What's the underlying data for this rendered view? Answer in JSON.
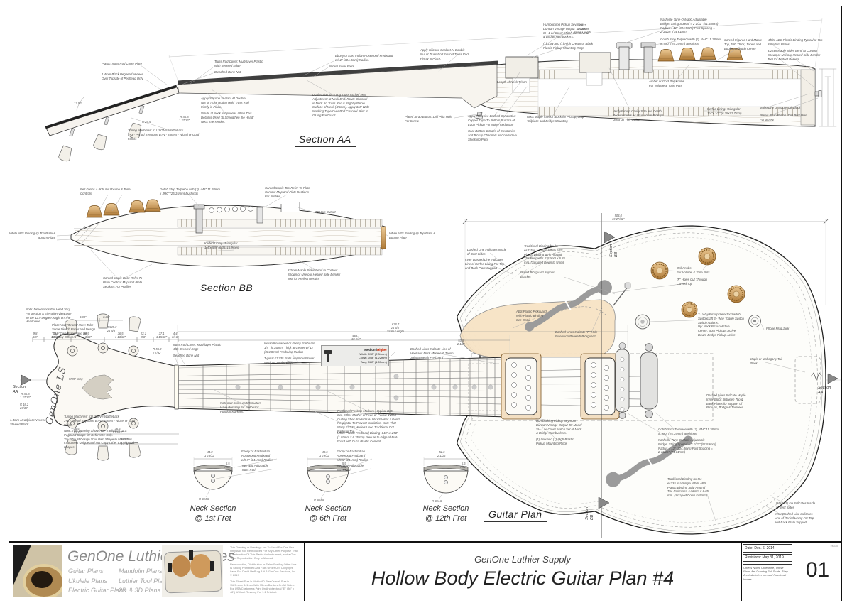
{
  "page": {
    "bg": "#ffffff",
    "line": "#333333",
    "annotation_color": "#4a4a4a",
    "accent_red": "#cc2200",
    "wood": "#c89058",
    "pickguard": "#f7e3c5",
    "fhole_gray": "#9b9b9b"
  },
  "section_aa": {
    "title": "Section AA",
    "notes": {
      "plastic_truss_cover": "Plastic Truss Rod Cover Plate",
      "peghead_veneer": "1.4mm Black Peghead Veneer\nOver Topside of Peghead Only",
      "head_angle": "12.90°",
      "r25": "R 25.4",
      "r46": "R 46.8\n1 27/32\"",
      "truss_cover": "Truss Rod Cover: Multi-layer Plastic\nWith Beveled Edge",
      "bone_nut": "Bleached Bone Nut",
      "fretboard": "Ebony or East Indian Rosewood Fretboard\nw/12\" (304.8mm) Radius.",
      "frets": "Nickel Silver Frets",
      "scale_dim": "628.7\n24 3/4\"\nScale Length",
      "silicone_left": "Apply Silicone Sealant At Double\nNut of Truss Rod to Hold Truss Rod\nFirmly in Place.",
      "volute": "Volute at Neck is Optional, Often This\nDetail is Used To Strengthen the Head/\nNeck Intersection.",
      "tuners": "Tuning Machines: KLUSON® Waffleback\n3+3 - Period Keystone BTN - Tuners - Nickel or Gold\nFinish.",
      "truss_rod": "Dual Action 18\" Long Truss Rod w/ Hex\nAdjustment at Neck End. Route Channel\nin Neck So Truss Rod is Slightly Below\nSurface of Neck (.25mm). Apply 3/4\" Wide\nMasking Tape Over Rod Channel Prior to\nGluing Fretboard",
      "silicone_right": "Apply Silicone Sealant At Double\nNut of Truss Rod to Hold Truss Rod\nFirmly in Place.",
      "strap_button_left": "Plated Strap Button. Drill Pilot Hole\nFor Screw.",
      "neck_tenon": "Length of Neck Tenon",
      "humbucker": "Humbucking Pickup Seymour\nDuncan Vintage Output '59 Model\nSH-1 w/ Cover Match Set of Neck\n& Bridge Humbuckers.",
      "pickup_rings": "(1) Low and (1) High Cream or Black\nPlastic Pickup Mounting Rings",
      "copper_tape": "Apply Adhesive Backed Conductive\nCopper Tape To Bottom Surface of\nEach Pickup For Noise Reduction",
      "shielding_paint": "Coat Bottom & Sides of Electronics\nand Pickup Channels w/ Conductive\nShielding Paint",
      "maple_block": "Rock Maple Interior Block for Pickup, Stop\nTailpiece and Bridge Mounting",
      "verify_cavity": "Verify Pickup Cavity Size and Depth\nRequirements w/ Your Actual Pickups\nUsed on This Guitar.",
      "bridge": "Nashville Tune-O-Matic Adjustable\nBridge. String Spread = 2 1/32\" (51.58mm)\nRadius = 12\" (304.8mm) Post Spacing =\n2-15/16\" (74.61mm)",
      "tailpiece": "Gotoh Stop Tailpiece with (2) .444\" 11.28mm\nx .990\" (25.15mm) Bushings",
      "maple_top": "Carved Figured Hard Maple\nTop, 5/8\" Thick, Joined and\nBookmatched in Center",
      "abs_binding": "White ABS Plastic Binding Typical at Top\n& Bottom Plates",
      "maple_sides": "3.2mm Maple Sides Bend to Contour\nShown or Use our Heated Side Bender\nTool for Perfect Results",
      "bell_knobs": "Amber or Gold Bell Knobs\nFor Volume & Tone Pots",
      "kerfed_lining": "Kerfed Lining: Triangular\n1/4\"x 1/2\" (6.35x12.7mm)",
      "tail_block": "Mahogany or Maple Tail Block",
      "strap_button_right": "Plated Strap Button. Drill Pilot Hole\nFor Screw."
    }
  },
  "section_bb": {
    "title": "Section BB",
    "notes": {
      "bell_knobs": "Bell Knobs + Pots for Volume & Tone\nControls",
      "tailpiece": "Gotoh Stop Tailpiece with (2) .444\" 11.28mm\nx .990\" (25.15mm) Bushings",
      "top_contour": "Carved Maple Top-Refer To Plate\nContour Map and Plate Sections\nFor Profiles",
      "f_hole": "\"F\" Hole Cutout",
      "binding_left": "White ABS Binding @ Top Plate &\nBottom Plate",
      "binding_right": "White ABS Binding @ Top Plate &\nBottom Plate",
      "kerfed_lining": "Kerfed Lining: Triangular\n1/4\"x 5/8\" (6.35x15.9mm)",
      "maple_sides": "3.2mm Maple Sides Bend to Contour\nShown or Use our Heated Side Bender\nTool for Perfect Results",
      "back_contour": "Carved Maple Back-Refer To\nPlate Contour Map and Plate\nSections For Profiles"
    }
  },
  "neck_plan": {
    "brand_script": "GenOne LS",
    "notes": {
      "head_note": "Note: Dimensions For Head Vary\nFor Section & Elevation View Due\nTo the 12.9 Degree Angle on The\nHeadpiece",
      "brand_note": "Place Your \"Brand\" Here: Take\nSome Sketch Paper and Design\nYour \"Own Brand\" and be\nUniquely Different",
      "veneer": "1.4mm Headpiece Veneer\nStained Black",
      "mop_inlay": "MOP Inlay",
      "section_marker": "Section\nAA",
      "tuners": "Tuning Machines: KLUSON® Waffleback\n3+3 - Period Keystone BTN - Tuners - Nickel or Gold\nFinish.",
      "peghead_copy": "Note: This Drawing Shows the Traditional GLS\nPeghead Shape for Reference Only.\nYou Should Design Your Own Shape to Make This\nInstrument Unique and Not Copy Other Copyrighted\nShapes",
      "truss_cover": "Truss Rod Cover: Multi-layer Plastic\nWith Beveled Edge",
      "bone_nut": "Bleached Bone Nut",
      "fretboard": "Indian Rosewood or Ebony Fretboard\n1/4\" (6.35mm) Thick at Center w/ 12\"\n(304.8mm) Fretboard Radius",
      "frets": "Typical ES335 Frets are Nickel/Silver\nMedium Jumbo Size.",
      "tenon_note": "Dashed Lines Indicate Line of\nHeel and Neck Mortise & Tenon\nJoint Beneath Fretboard",
      "rect_markers": "Note that Some es335 Guitars\nHave Rectangular Fretboard\nPosition Markers.",
      "dot_markers": "Fretboard Position Markers - Typical Dots\nSet, Either Mother of Pearl or Period. When\nCutting Shell Products ALWAYS Wear a Good\nRespirator To Prevent Inhalation. Note That\nMany ES335 Models Used Traditional Dot\nPatterns Too.",
      "fb_binding": "White Plastic Fretboard Binding .040\" x .250\"\n(1.02mm x 6.35mm). Secure to Edge of Fret-\nboard with Duco Plastic Cement."
    },
    "fretwire": {
      "title_black": "Medium/",
      "title_red": "Higher",
      "width": "Width .092\" (2.34mm)",
      "crown": "Crown .048\" (1.22mm)",
      "tang": "Tang .062\" (1.57mm)"
    },
    "dims": {
      "d338a": "3.38\"",
      "d338b": "3.38\"",
      "w1": "9.8\n3/8\"",
      "w2": "39.9\n1 9/16\"",
      "w3": "36.5\n1 13/32\"",
      "w4": "36.5\n1 13/32\"",
      "w5": "22.1\n7/8\"",
      "w6": "37.1\n1 15/32\"",
      "w7": "4.4\n3/16\"",
      "r1": "R 549.7\n21 5/8\"",
      "r2": "R 56.0\n2 7/32\"",
      "r3": "R 46.8\n1 27/32\"",
      "r4": "R 18.2\n23/32\"",
      "b1": "36.5\n1 13/32\"",
      "b2": "36.5\n1 13/32\"",
      "b3": "133.0\n5 1/4\"",
      "scale": "628.7\n24 3/4\"\nScale Length",
      "to_12th": "463.7\n18 1/4\"",
      "joint": "53.8\n2 1/8\""
    }
  },
  "neck_sections": {
    "note_fretboard": "Ebony or East Indian\nRosewood Fretboard\nw/9.5\" (241mm) Radius",
    "note_truss": "Two-way Adjustable\nTruss Rod",
    "sections": [
      {
        "title": "Neck Section\n@ 1st Fret",
        "width": "44.0\n1 23/32\"",
        "fb_thickness": "5.5\n7/32\"",
        "radius": "R 304.8"
      },
      {
        "title": "Neck Section\n@ 6th Fret",
        "width": "48.6\n1 29/32\"",
        "fb_thickness": "5.5\n7/32\"",
        "radius": "R 304.8"
      },
      {
        "title": "Neck Section\n@ 12th Fret",
        "width": "52.6\n2 1/16\"",
        "fb_thickness": "5.5\n7/32\"",
        "radius": "R 304.8"
      }
    ]
  },
  "guitar_plan": {
    "title": "Guitar Plan",
    "notes": {
      "bent_sides_top": "Dashed Line Indicates Inside\nof Bent Sides",
      "kerfed_top": "Inner Dashed Line Indicates\nLine of Kerfed Lining For Top\nand Back Plate Support",
      "binding_top": "Traditional Binding for the\nes335 is a Single White ABS\nPlastic Binding Strip Around\nThe Perimeter. 1.52mm x 6.35\nmm. (Scraped Down to 5mm)",
      "pg_bracket": "Plated Pickguard Support\nBracket",
      "pickguard": "ABS Plastic Pickguard\nWith Plastic Binding\nSee Detail",
      "f_extension": "Dashed Lines Indicate \"F\" Hole\nExtension Beneath Pickguard",
      "bell_knobs": "Bell Knobs\nFor Volume & Tone Pots",
      "f_holes": "\"F\" Holes Cut Through\nCarved Top",
      "selector_switch": "3 - Way Pickup Selector Switch\nSwitchcraft 3 - Way Toggle Switch\nSwitch Actions:\nUp: Neck Pickup Active\nCenter: Both Pickups Active\nDown: Bridge Pickup Active",
      "phone_jack": "Phone Plug Jack",
      "tail_block": "Maple or Mahogany Tail\nBlock",
      "center_block": "Dashed Lines Indicate Maple\nInner Block Between Top &\nBack Plates for Support of\nPickups, Bridge & Tailpiece",
      "humbucker": "Humbucking Pickup Seymour\nDuncan Vintage Output '59 Model\nSH-1 w/ Cover Match Set of Neck\n& Bridge Humbuckers.",
      "pickup_rings": "(1) Low and (1) High Plastic\nPickup Mounting Rings",
      "tailpiece": "Gotoh Stop Tailpiece with (2) .444\" 11.28mm\nx .990\" (25.15mm) Bushings",
      "bridge": "Nashville Tune-O-Matic Adjustable\nBridge. String Spread = 2 1/32\" (51.59mm)\nRadius = 12\" (304.8mm) Post Spacing =\n2-15/16\" (74.61mm)",
      "binding_bottom": "Traditional Binding for the\nes335 is a Single White ABS\nPlastic Binding Strip Around\nThe Perimeter. 1.52mm x 6.35\nmm. (Scraped Down to 5mm)",
      "bent_sides_bottom": "Dashed Line Indicates Inside\nof Bent Sides",
      "kerfed_bottom": "Inner Dashed Line Indicates\nLine of Kerfed Lining For Top\nand Back Plate Support",
      "section_bb_top": "Section\nBB",
      "section_bb_bottom": "Section\nBB",
      "section_aa_right": "Section\nAA"
    },
    "dims": {
      "body_width": "503.8\n19 27/32\""
    }
  },
  "title_block": {
    "company": "GenOne Luthier Supplies",
    "products_col1": [
      "Guitar Plans",
      "Ukulele Plans",
      "Electric Guitar Plans"
    ],
    "products_col2": [
      "Mandolin Plans",
      "Luthier Tool Plans",
      "2D & 3D Plans"
    ],
    "legal1": "This Drawing or Drawings Are To Used For One Use Only And Not Reproduced For Any Other Purpose Than Construction Of This Particular Instrument, and a One Time Reproduction Only is Allowed",
    "legal2": "Reproduction, Distribution or Sales For Any Other Use Is Strictly Prohibited And Falls Under U.S Copyright Laws For David VerBurg AIA & GenOne Services, Inc. © 2019",
    "legal3": "This Sheet Size Is Metric A0 Size Overall Size is 1189mm x 841mm With 15mm Borders On All Sides. For USA Customers Print On Architectural \"E\" (36\" x 48\") Without Resizing For 1:1 Printout.",
    "company_center": "GenOne Luthier Supply",
    "drawing_title": "Hollow Body Electric Guitar Plan #4",
    "date": "Date: Dec. 6, 2014",
    "revisions": "Revisions: May 31, 2019",
    "scale_note": "Unless Noted Otherwise, These\nPlans Are Drawing Full Scale. They\nAre Labeled in mm and Fractional\nInches",
    "sheet_number": "01",
    "model_code": "es335"
  }
}
